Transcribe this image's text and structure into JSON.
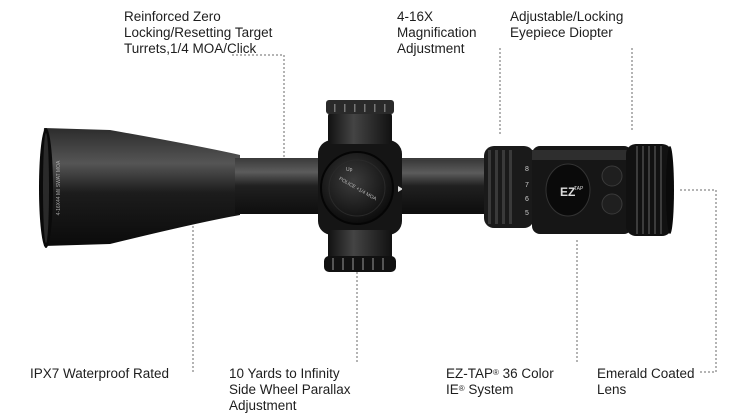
{
  "callouts": {
    "turrets": "Reinforced Zero\nLocking/Resetting Target\nTurrets,1/4 MOA/Click",
    "magnification": "4-16X\nMagnification\nAdjustment",
    "eyepiece": "Adjustable/Locking\nEyepiece Diopter",
    "waterproof": "IPX7 Waterproof Rated",
    "parallax": "10 Yards to Infinity\nSide Wheel Parallax\nAdjustment",
    "eztap_line1": "EZ-TAP",
    "eztap_reg1": "®",
    "eztap_line1_rest": " 36 Color",
    "eztap_line2": "IE",
    "eztap_reg2": "®",
    "eztap_line2_rest": " System",
    "lens": "Emerald Coated\nLens"
  },
  "scope_markings": {
    "objective_text": "4-16X44 Mil SWAT MOA",
    "parallax_text": "POLICE +1/4 MOA",
    "up_label": "Up",
    "ez_logo": "EZ",
    "tap_logo": "TAP",
    "mag_numbers": [
      "5",
      "6",
      "7",
      "8"
    ]
  },
  "colors": {
    "scope_body": "#1b1b1b",
    "highlight": "#5a5a5a",
    "leader": "#6a6a6a"
  }
}
